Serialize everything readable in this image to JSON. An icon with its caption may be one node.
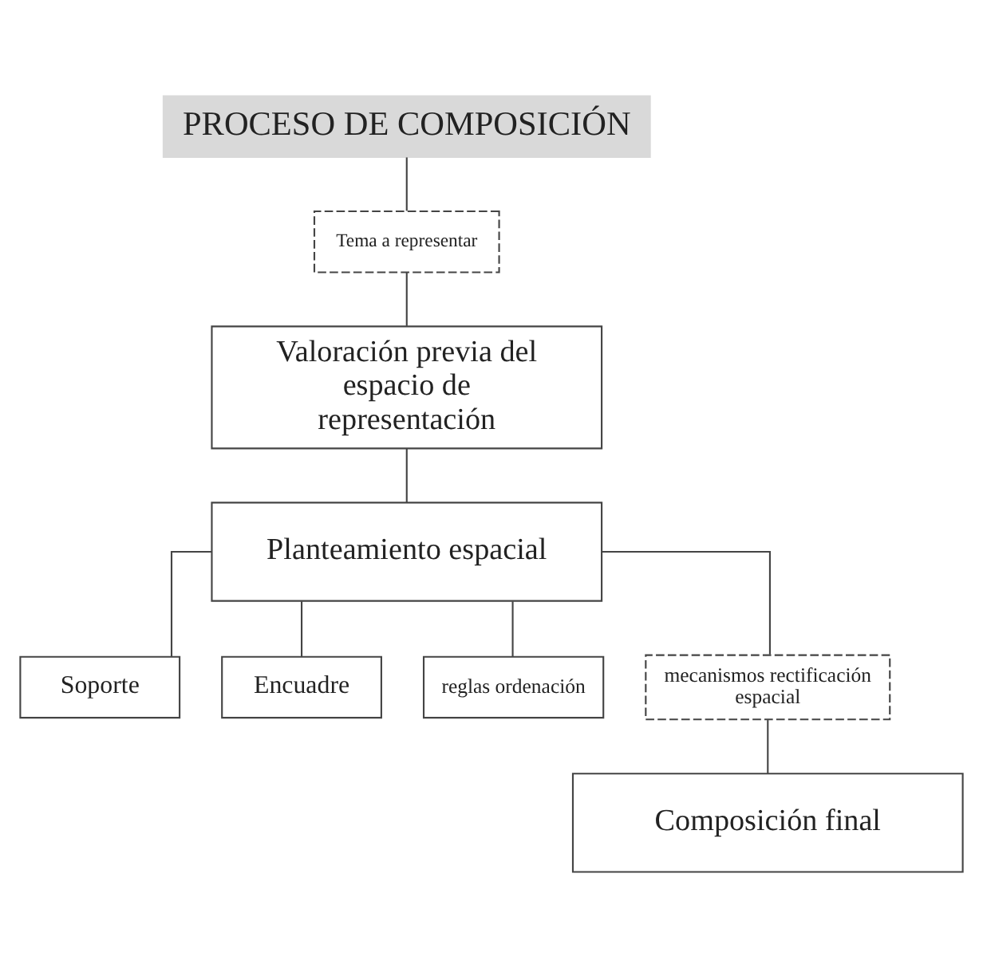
{
  "diagram": {
    "nodes": [
      {
        "text": [
          "PROCESO DE COMPOSICIÓN"
        ]
      },
      {
        "text": [
          "Tema a representar"
        ]
      },
      {
        "text": [
          "Valoración previa del espacio de representación"
        ]
      },
      {
        "text": [
          "Planteamiento espacial"
        ]
      },
      {
        "text": [
          "Soporte"
        ]
      },
      {
        "text": [
          "Encuadre"
        ]
      },
      {
        "text": [
          "reglas ordenación"
        ]
      },
      {
        "text": [
          "mecanismos rectificación espacial"
        ]
      },
      {
        "text": [
          "Composición final"
        ]
      }
    ],
    "edges": [
      {
        "from": 0,
        "to": 1,
        "arrow": "none"
      },
      {
        "from": 1,
        "to": 2,
        "arrow": "none"
      },
      {
        "from": 2,
        "to": 3,
        "arrow": "none"
      },
      {
        "from": 3,
        "to": 4,
        "arrow": "none"
      },
      {
        "from": 3,
        "to": 5,
        "arrow": "none"
      },
      {
        "from": 3,
        "to": 6,
        "arrow": "none"
      },
      {
        "from": 3,
        "to": 7,
        "arrow": "none"
      },
      {
        "from": 7,
        "to": 8,
        "arrow": "none"
      }
    ]
  }
}
